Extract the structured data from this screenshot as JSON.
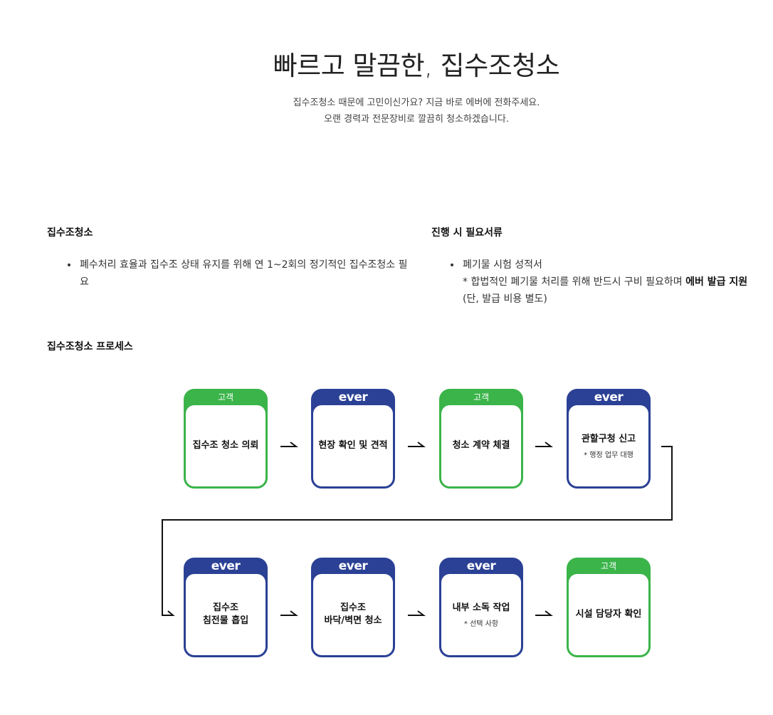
{
  "hero": {
    "title": "빠르고 말끔한, 집수조청소",
    "desc_line1": "집수조청소 때문에 고민이신가요? 지금 바로 에버에 전화주세요.",
    "desc_line2": "오랜 경력과 전문장비로 깔끔히 청소하겠습니다."
  },
  "left_section": {
    "title": "집수조청소",
    "items": [
      "폐수처리 효율과 집수조 상태 유지를 위해 연 1~2회의 정기적인 집수조청소 필요"
    ]
  },
  "right_section": {
    "title": "진행 시 필요서류",
    "item": "폐기물 시험 성적서",
    "note_prefix": "* 합법적인 폐기물 처리를 위해 반드시 구비 필요하며 ",
    "note_bold": "에버 발급 지원",
    "note_suffix": "(단, 발급 비용 별도)"
  },
  "process": {
    "title": "집수조청소 프로세스",
    "colors": {
      "customer": "#3bb44a",
      "ever": "#2b4195"
    },
    "steps": [
      {
        "type": "customer",
        "badge": "고객",
        "main": "집수조 청소 의뢰",
        "sub": ""
      },
      {
        "type": "ever",
        "badge": "ever",
        "main": "현장 확인 및 견적",
        "sub": ""
      },
      {
        "type": "customer",
        "badge": "고객",
        "main": "청소 계약 체결",
        "sub": ""
      },
      {
        "type": "ever",
        "badge": "ever",
        "main": "관할구청 신고",
        "sub": "* 행정 업무 대행"
      },
      {
        "type": "ever",
        "badge": "ever",
        "main": "집수조\n침전물 흡입",
        "sub": ""
      },
      {
        "type": "ever",
        "badge": "ever",
        "main": "집수조\n바닥/벽면 청소",
        "sub": ""
      },
      {
        "type": "ever",
        "badge": "ever",
        "main": "내부 소독 작업",
        "sub": "* 선택 사항"
      },
      {
        "type": "customer",
        "badge": "고객",
        "main": "시설 담당자 확인",
        "sub": ""
      }
    ]
  }
}
